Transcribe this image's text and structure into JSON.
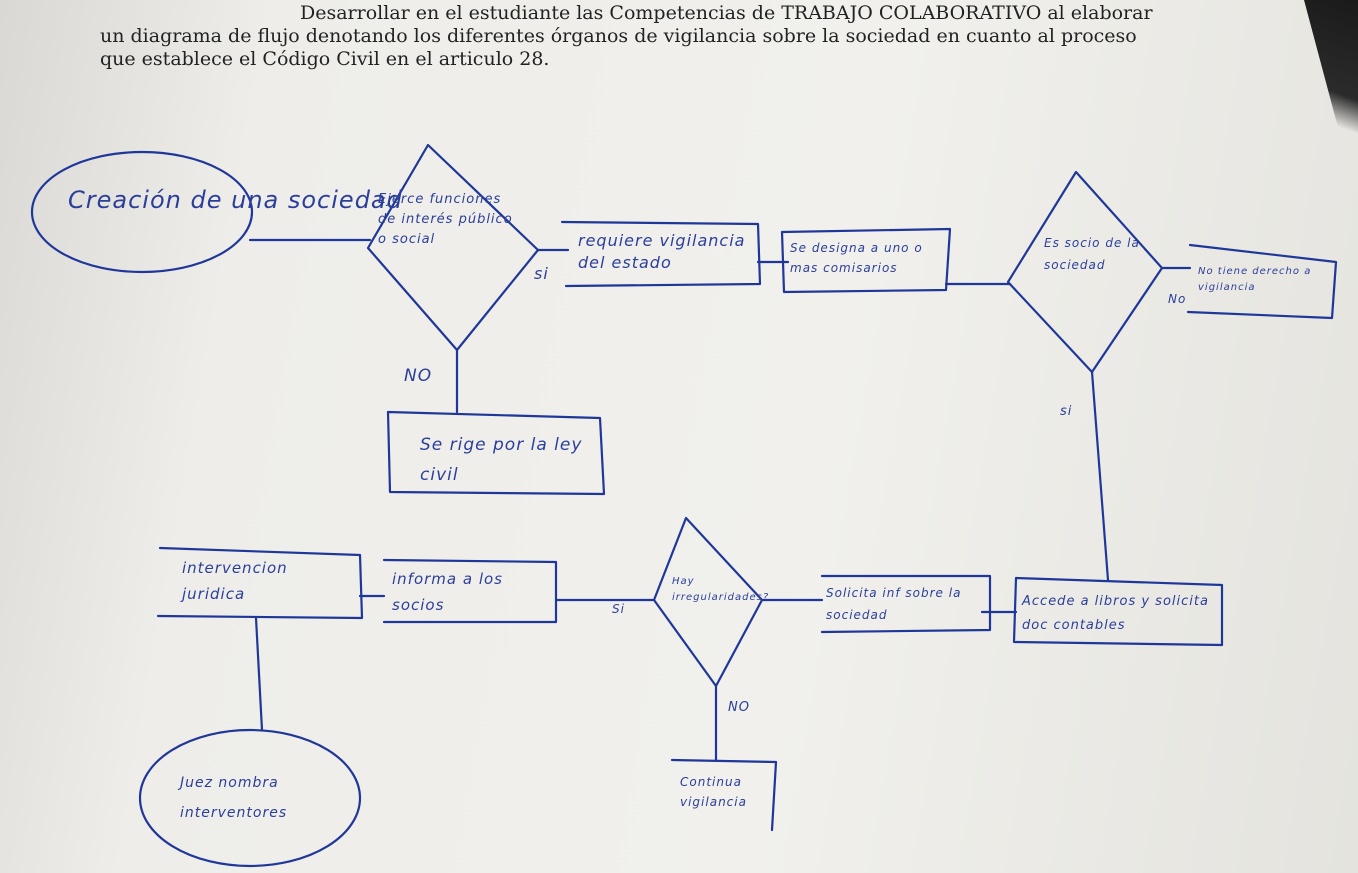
{
  "header": {
    "line1": "Desarrollar en el estudiante las Competencias de TRABAJO COLABORATIVO al elaborar",
    "line2": "un diagrama de flujo denotando los diferentes órganos de vigilancia sobre la sociedad en cuanto al proceso",
    "line3": "que establece el Código Civil en el articulo 28."
  },
  "flow": {
    "start": "Creación de una sociedad",
    "decision1": "Ejerce funciones de interés público o social",
    "yes1": "si",
    "process_state": "requiere vigilancia del estado",
    "process_commissioners": "Se designa a uno o mas comisarios",
    "decision_partner": "Es socio de la sociedad",
    "no_partner": "No",
    "not_partner_box": "No tiene derecho a vigilancia",
    "yes_partner": "si",
    "no1": "NO",
    "civil_law": "Se rige por la ley civil",
    "access_books": "Accede a libros y solicita doc contables",
    "request_info": "Solicita inf sobre la sociedad",
    "decision_irregular": "Hay irregularidades?",
    "yes_irregular": "Si",
    "no_irregular": "NO",
    "continue_box": "Continua vigilancia",
    "inform_partners": "informa a los socios",
    "judicial": "intervencion juridica",
    "end": "Juez nombra interventores"
  },
  "colors": {
    "ink": "#1f3799",
    "pencil": "#444444"
  }
}
